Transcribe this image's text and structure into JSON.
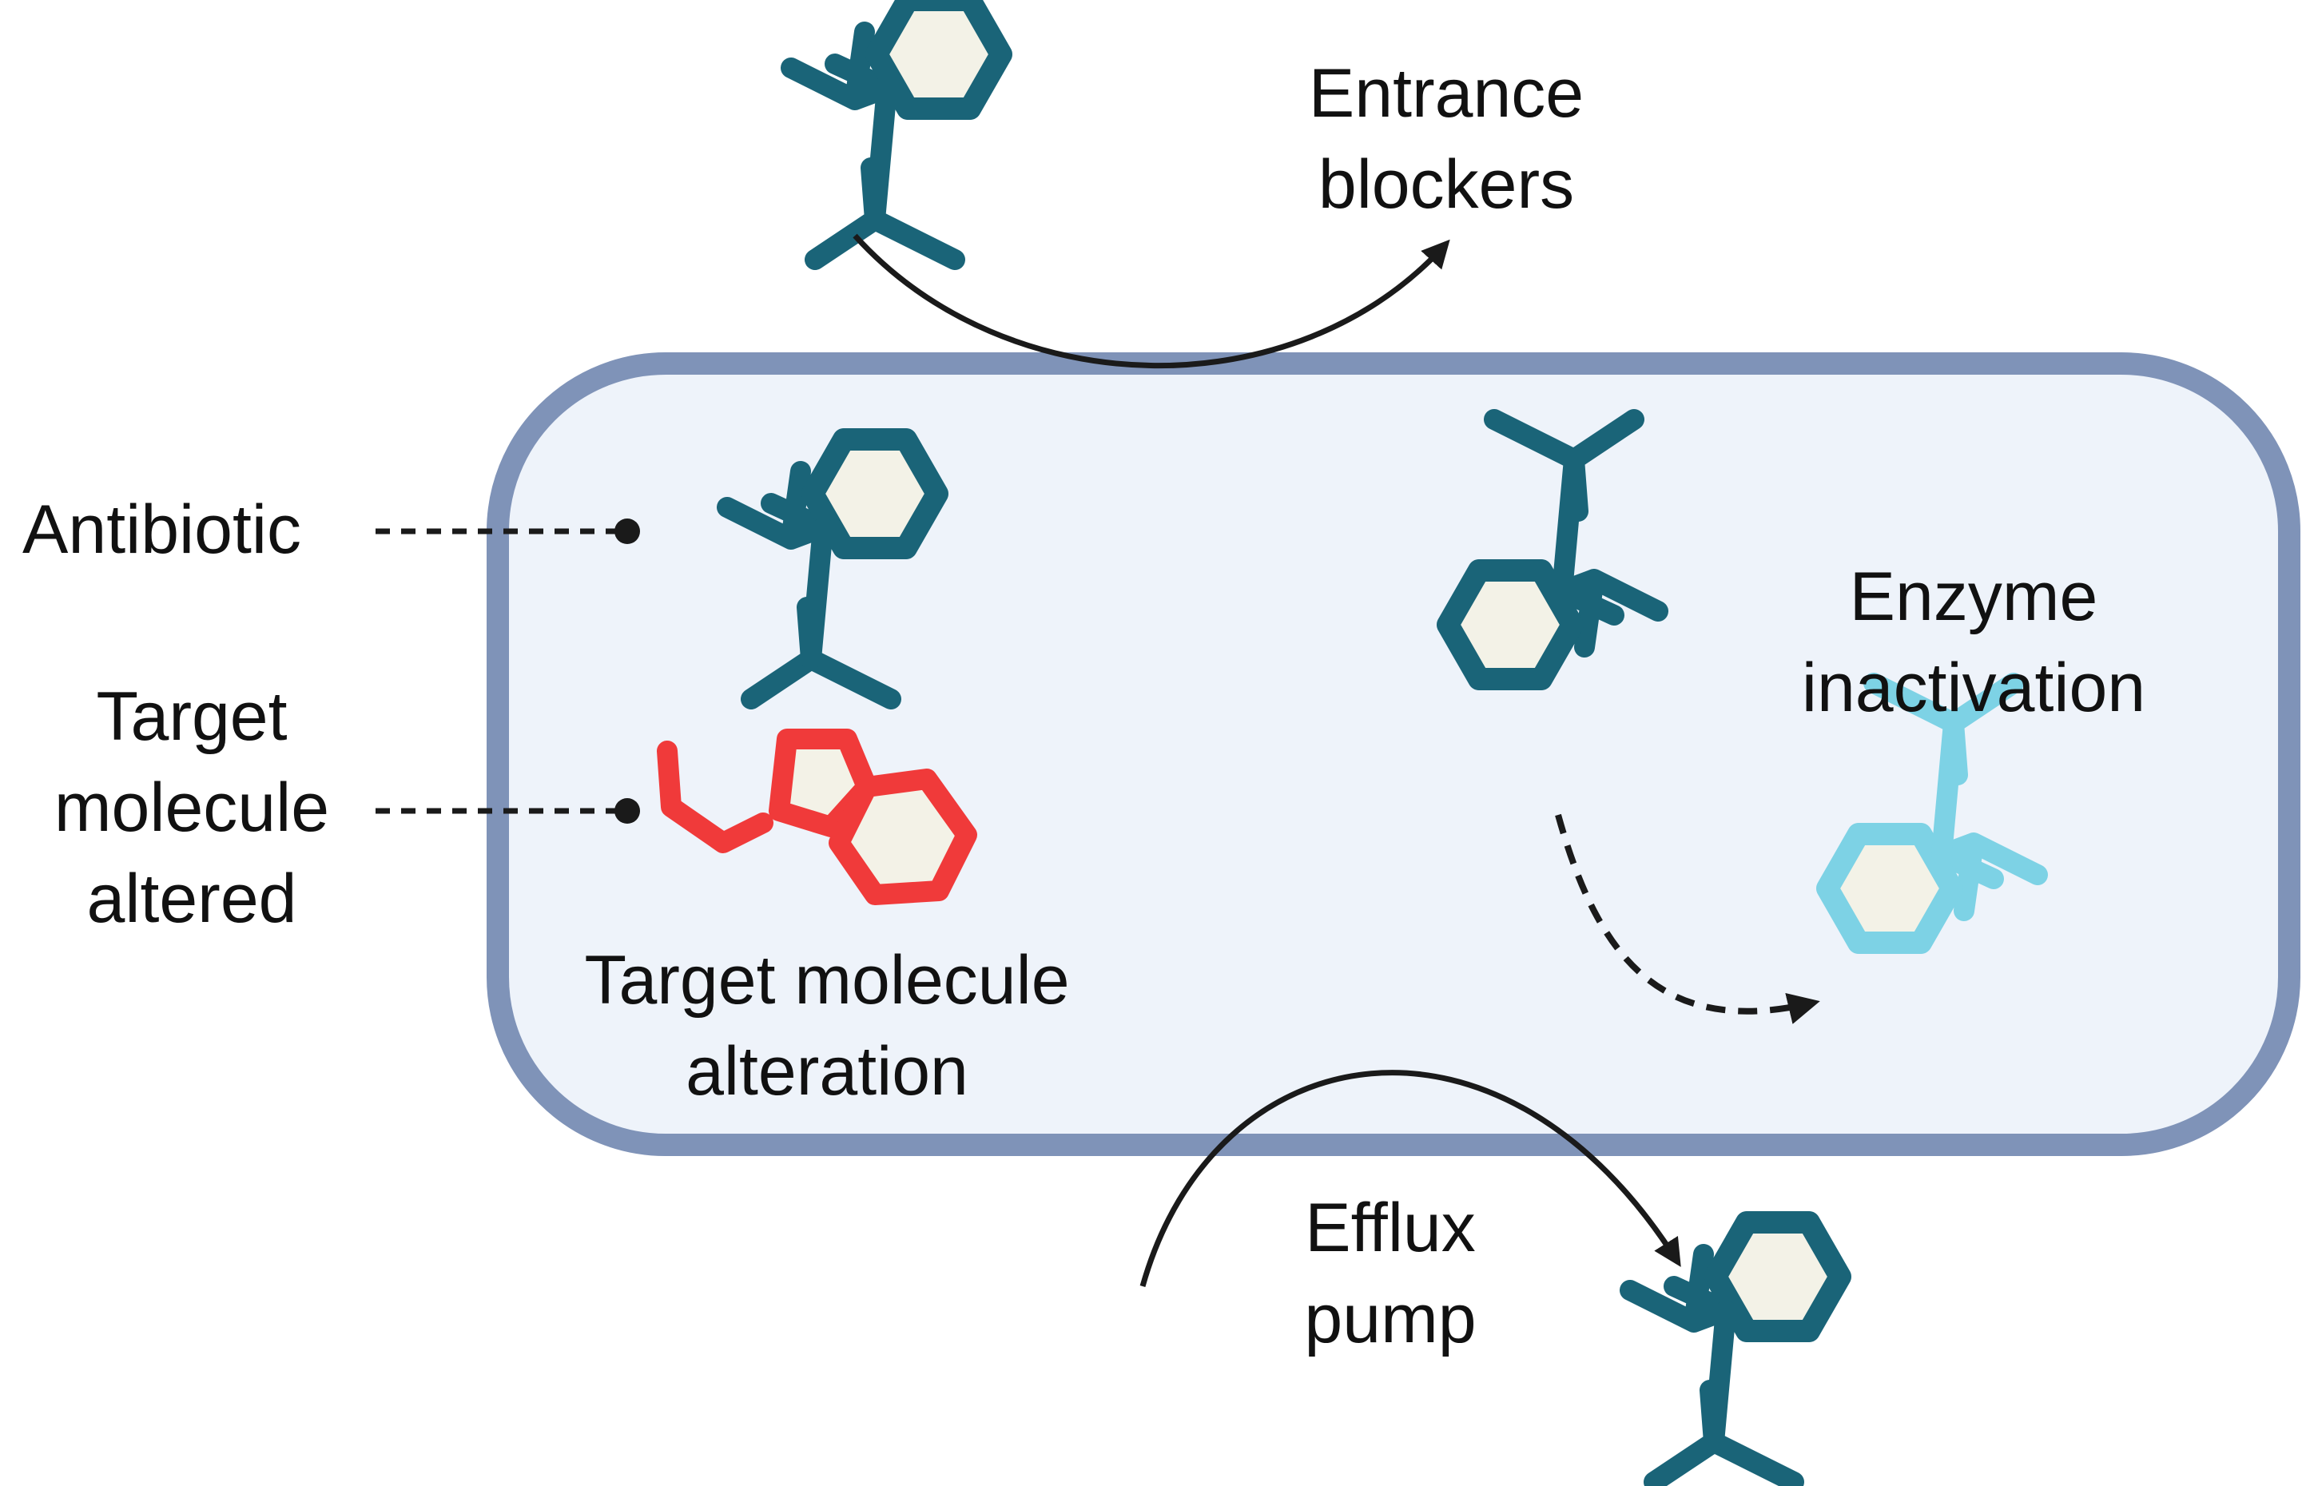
{
  "colors": {
    "cell_fill": "#eef3fa",
    "cell_border": "#7f93b8",
    "antibiotic": "#1a6478",
    "ring_fill": "#f3f2e7",
    "altered_target": "#f03a3a",
    "inactivated": "#7dd2e5",
    "arrow": "#1a1a1a"
  },
  "icons": {
    "antibiotic": "antibiotic-molecule-icon",
    "altered_target": "altered-target-molecule-icon",
    "inactivated": "inactivated-antibiotic-icon"
  },
  "labels": {
    "entrance": [
      "Entrance",
      "blockers"
    ],
    "antibiotic": "Antibiotic",
    "target_altered": [
      "Target",
      "molecule",
      "altered"
    ],
    "target_alteration": [
      "Target molecule",
      "alteration"
    ],
    "enzyme": [
      "Enzyme",
      "inactivation"
    ],
    "efflux": [
      "Efflux",
      "pump"
    ]
  }
}
